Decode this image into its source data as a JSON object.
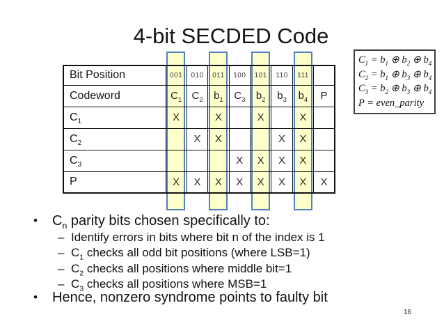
{
  "slide": {
    "title": "4-bit SECDED Code",
    "page_number": "16"
  },
  "formula_box": {
    "lines": [
      "C₁ = b₁ ⊕ b₂ ⊕ b₄",
      "C₂ = b₁ ⊕ b₃ ⊕ b₄",
      "C₃ = b₂ ⊕ b₃ ⊕ b₄",
      "P = even_parity"
    ]
  },
  "table": {
    "highlighted_bit_positions": [
      "001",
      "011",
      "101",
      "111"
    ],
    "rows": [
      {
        "label": "Bit Position",
        "cells": [
          "001",
          "010",
          "011",
          "100",
          "101",
          "110",
          "111",
          ""
        ]
      },
      {
        "label": "Codeword",
        "cells": [
          "C₁",
          "C₂",
          "b₁",
          "C₃",
          "b₂",
          "b₃",
          "b₄",
          "P"
        ]
      },
      {
        "label": "C₁",
        "cells": [
          "X",
          "",
          "X",
          "",
          "X",
          "",
          "X",
          ""
        ]
      },
      {
        "label": "C₂",
        "cells": [
          "",
          "X",
          "X",
          "",
          "",
          "X",
          "X",
          ""
        ]
      },
      {
        "label": "C₃",
        "cells": [
          "",
          "",
          "",
          "X",
          "X",
          "X",
          "X",
          ""
        ]
      },
      {
        "label": "P",
        "cells": [
          "X",
          "X",
          "X",
          "X",
          "X",
          "X",
          "X",
          "X"
        ]
      }
    ]
  },
  "bullets": [
    {
      "level": 1,
      "text": "Cₙ parity bits chosen specifically to:"
    },
    {
      "level": 2,
      "text": "Identify errors in bits where bit n of the index is 1"
    },
    {
      "level": 2,
      "text": "C₁ checks all odd bit positions (where LSB=1)"
    },
    {
      "level": 2,
      "text": "C₂ checks all positions where middle bit=1"
    },
    {
      "level": 2,
      "text": "C₃ checks all positions where MSB=1"
    },
    {
      "level": 1,
      "text": "Hence, nonzero syndrome points to faulty bit"
    }
  ],
  "colors": {
    "highlight_fill": "#ffffcc",
    "highlight_border": "#4f81bd",
    "table_border": "#111111"
  }
}
